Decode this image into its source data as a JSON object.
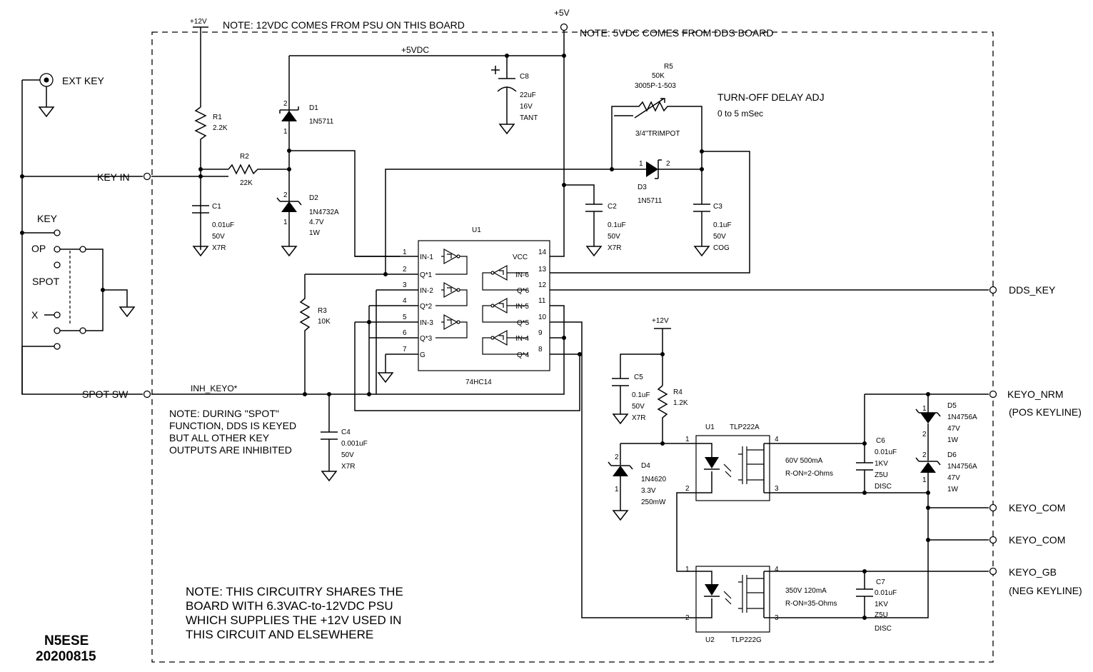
{
  "notes": {
    "psu": "NOTE: 12VDC COMES FROM PSU ON THIS BOARD",
    "dds": "NOTE: 5VDC COMES FROM DDS BOARD",
    "spot": [
      "NOTE: DURING \"SPOT\"",
      "FUNCTION, DDS IS KEYED",
      "BUT ALL OTHER KEY",
      "OUTPUTS ARE INHIBITED"
    ],
    "shares": [
      "NOTE:  THIS CIRCUITRY SHARES THE",
      "BOARD WITH  6.3VAC-to-12VDC PSU",
      "WHICH SUPPLIES THE +12V USED IN",
      "THIS CIRCUIT AND ELSEWHERE"
    ],
    "delay": [
      "TURN-OFF DELAY ADJ",
      "0 to 5 mSec"
    ]
  },
  "author": [
    "N5ESE",
    "20200815"
  ],
  "rails": {
    "v12": "+12V",
    "v5": "+5V",
    "v5dc": "+5VDC"
  },
  "signals": {
    "ext_key": "EXT KEY",
    "key_in": "KEY IN",
    "key": "KEY",
    "op": "OP",
    "spot": "SPOT",
    "x": "X",
    "spot_sw": "SPOT SW",
    "inh": "INH_KEYO*",
    "dds_key": "DDS_KEY",
    "keyo_nrm": "KEYO_NRM",
    "pos": "(POS KEYLINE)",
    "keyo_com": "KEYO_COM",
    "keyo_gb": "KEYO_GB",
    "neg": "(NEG KEYLINE)"
  },
  "components": {
    "r1": [
      "R1",
      "2.2K"
    ],
    "r2": [
      "R2",
      "22K"
    ],
    "r3": [
      "R3",
      "10K"
    ],
    "r4": [
      "R4",
      "1.2K"
    ],
    "r5": [
      "R5",
      "50K",
      "3005P-1-503"
    ],
    "trim": "3/4\"TRIMPOT",
    "c1": [
      "C1",
      "0.01uF",
      "50V",
      "X7R"
    ],
    "c2": [
      "C2",
      "0.1uF",
      "50V",
      "X7R"
    ],
    "c3": [
      "C3",
      "0.1uF",
      "50V",
      "COG"
    ],
    "c4": [
      "C4",
      "0.001uF",
      "50V",
      "X7R"
    ],
    "c5": [
      "C5",
      "0.1uF",
      "50V",
      "X7R"
    ],
    "c6": [
      "C6",
      "0.01uF",
      "1KV",
      "Z5U",
      "DISC"
    ],
    "c7": [
      "C7",
      "0.01uF",
      "1KV",
      "Z5U",
      "DISC"
    ],
    "c8": [
      "C8",
      "22uF",
      "16V",
      "TANT"
    ],
    "d1": [
      "D1",
      "1N5711"
    ],
    "d2": [
      "D2",
      "1N4732A",
      "4.7V",
      "1W"
    ],
    "d3": [
      "D3",
      "1N5711"
    ],
    "d4": [
      "D4",
      "1N4620",
      "3.3V",
      "250mW"
    ],
    "d5": [
      "D5",
      "1N4756A",
      "47V",
      "1W"
    ],
    "d6": [
      "D6",
      "1N4756A",
      "47V",
      "1W"
    ],
    "u1": {
      "ref": "U1",
      "part": "74HC14",
      "left": [
        [
          "1",
          "IN-1"
        ],
        [
          "2",
          "Q*1"
        ],
        [
          "3",
          "IN-2"
        ],
        [
          "4",
          "Q*2"
        ],
        [
          "5",
          "IN-3"
        ],
        [
          "6",
          "Q*3"
        ],
        [
          "7",
          "G"
        ]
      ],
      "right": [
        [
          "14",
          "VCC"
        ],
        [
          "13",
          "IN-6"
        ],
        [
          "12",
          "Q*6"
        ],
        [
          "11",
          "IN-5"
        ],
        [
          "10",
          "Q*5"
        ],
        [
          "9",
          "IN-4"
        ],
        [
          "8",
          "Q*4"
        ]
      ]
    },
    "opto1": {
      "ref": "U1",
      "part": "TLP222A",
      "spec": [
        "60V   500mA",
        "R-ON=2-Ohms"
      ]
    },
    "opto2": {
      "ref": "U2",
      "part": "TLP222G",
      "spec": [
        "350V  120mA",
        "R-ON=35-Ohms"
      ]
    }
  },
  "pins": {
    "p1": "1",
    "p2": "2",
    "p3": "3",
    "p4": "4"
  }
}
